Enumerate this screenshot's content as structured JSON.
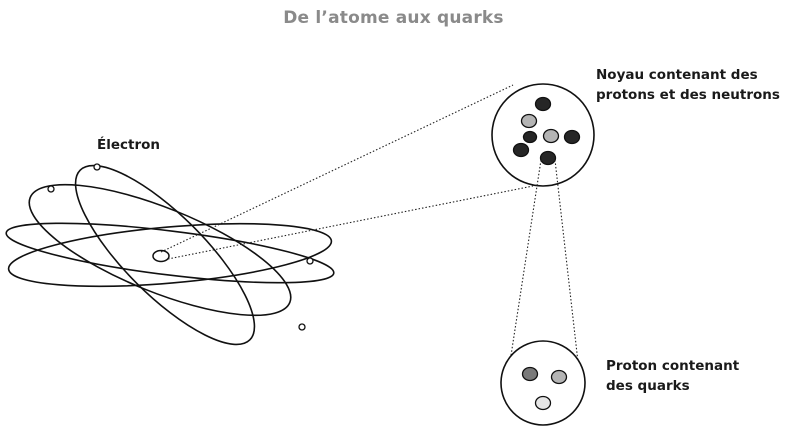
{
  "title": "De l’atome aux quarks",
  "labels": {
    "electron": "Électron",
    "nucleus_line1": "Noyau contenant des",
    "nucleus_line2": "protons et des neutrons",
    "proton_line1": "Proton contenant",
    "proton_line2": "des quarks"
  },
  "colors": {
    "title": "#8a8a8a",
    "dark_particle": "#262626",
    "light_particle": "#b4b4b4",
    "medium_particle": "#7a7a7a",
    "pale_particle": "#e6e6e6"
  }
}
